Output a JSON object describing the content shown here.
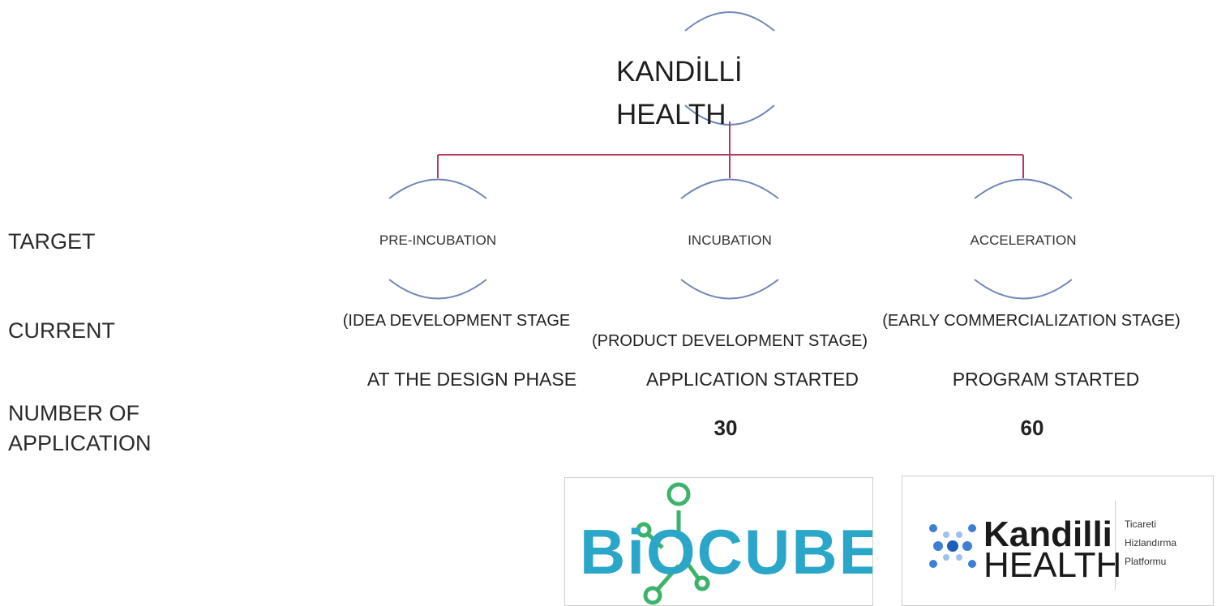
{
  "root": {
    "line1": "KANDİLLİ",
    "line2": "HEALTH"
  },
  "row_labels": {
    "target": "TARGET",
    "current": "CURRENT",
    "number_line1": "NUMBER OF",
    "number_line2": "APPLICATION"
  },
  "stages": [
    {
      "name": "PRE-INCUBATION",
      "description": "(IDEA DEVELOPMENT STAGE",
      "status": "AT THE DESIGN PHASE",
      "count": ""
    },
    {
      "name": "INCUBATION",
      "description": "(PRODUCT DEVELOPMENT STAGE)",
      "status": "APPLICATION STARTED",
      "count": "30"
    },
    {
      "name": "ACCELERATION",
      "description": "(EARLY COMMERCIALIZATION STAGE)",
      "status": "PROGRAM STARTED",
      "count": "60"
    }
  ],
  "logos": {
    "biocube": {
      "text": "BiOCUBE"
    },
    "kandilli": {
      "name": "Kandilli",
      "sub": "HEALTH",
      "tagline": [
        "Ticareti",
        "Hizlandırma",
        "Platformu"
      ]
    }
  },
  "colors": {
    "connector": "#b83a5a",
    "arc": "#6f86b8",
    "biocube_green": "#3bb36a",
    "biocube_blue": "#2aa6c9",
    "kandilli_blue": "#3d7fd6"
  }
}
